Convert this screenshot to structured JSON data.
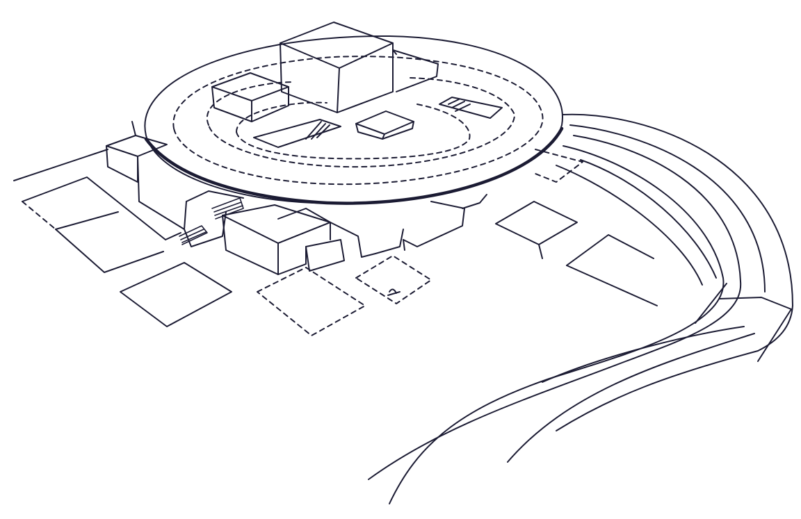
{
  "sketch": {
    "subject": "architectural-concept-sketch",
    "elements": [
      "elliptical-roof-disc",
      "central-tower-block",
      "stacked-base-blocks",
      "dashed-plot-grid",
      "curved-access-road",
      "stairs"
    ],
    "ink_color": "#1b1b33",
    "paper_color": "#ffffff"
  }
}
